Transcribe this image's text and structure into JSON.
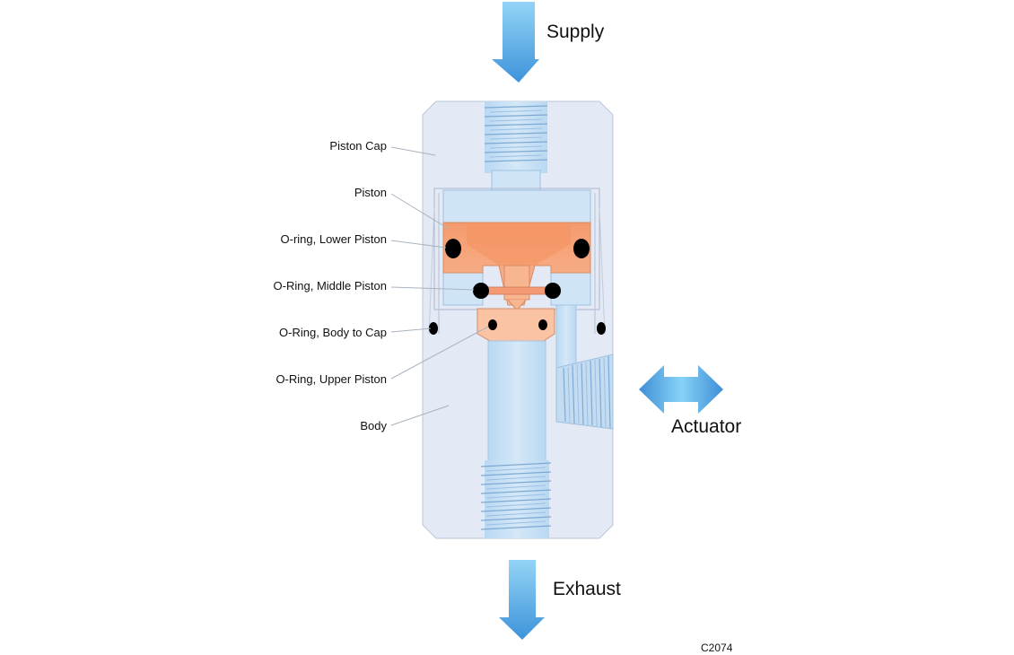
{
  "flow_labels": {
    "supply": "Supply",
    "exhaust": "Exhaust",
    "actuator": "Actuator"
  },
  "part_labels": [
    "Piston Cap",
    "Piston",
    "O-ring, Lower Piston",
    "O-Ring, Middle Piston",
    "O-Ring, Body to Cap",
    "O-Ring, Upper Piston",
    "Body"
  ],
  "figure_code": "C2074",
  "colors": {
    "body_fill": "#e3e9f5",
    "bore_fill": "#c9e1f6",
    "piston_fill": "#f4a47c",
    "piston_fill_light": "#f9c7aa",
    "oring": "#000000",
    "arrow_top": "#8fd0f4",
    "arrow_bottom": "#3f98dc"
  }
}
